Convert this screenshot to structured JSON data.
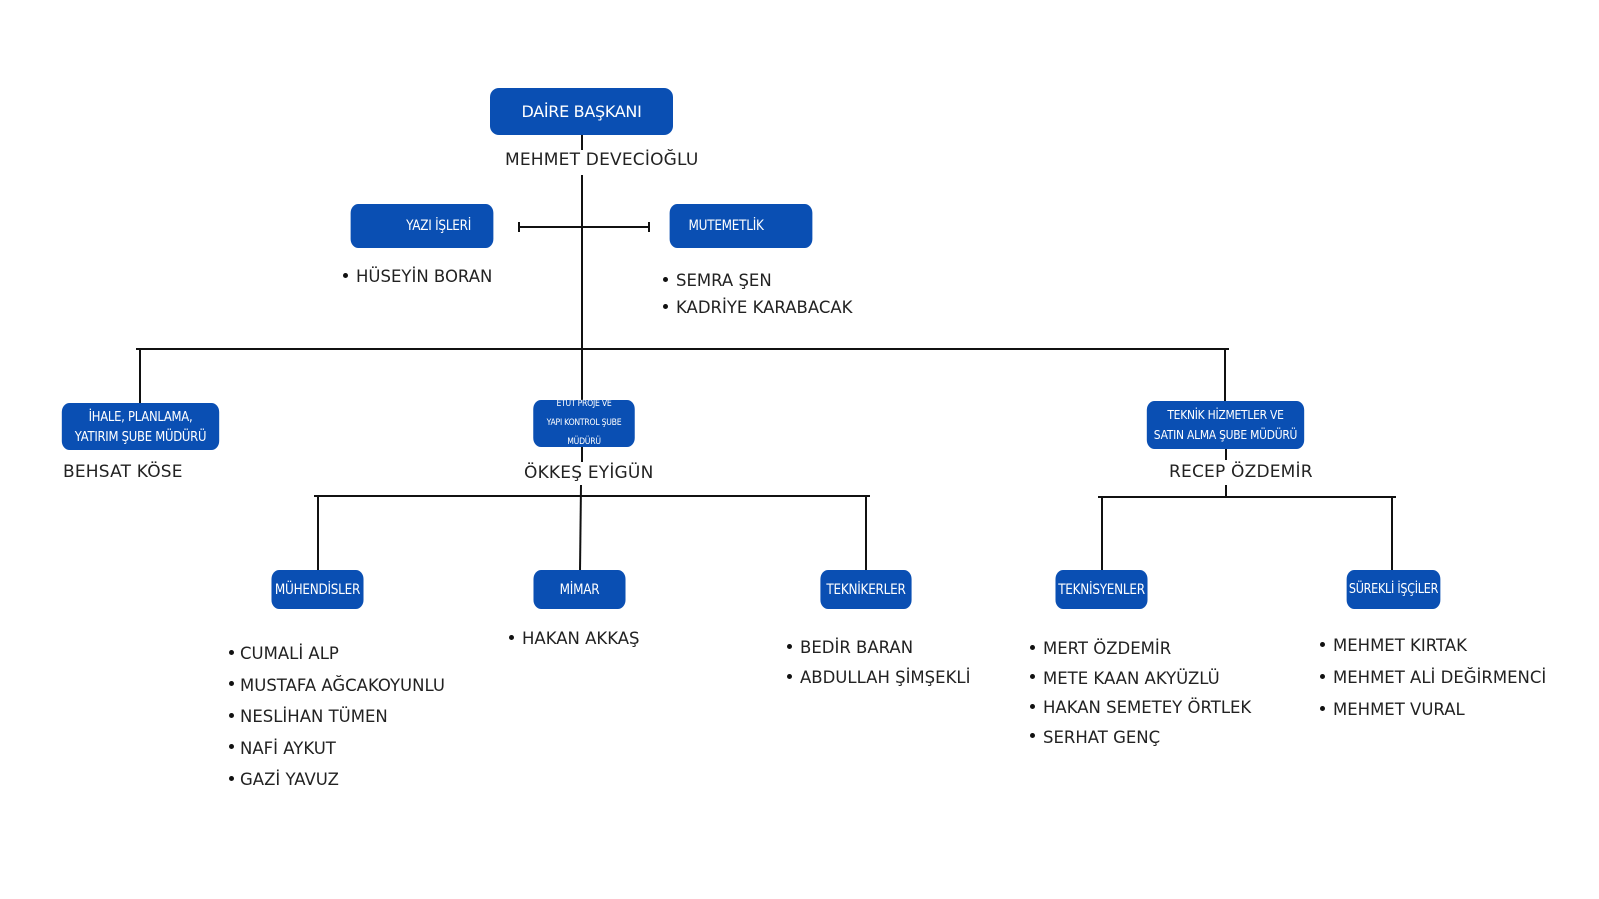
{
  "head": {
    "title": "DAİRE BAŞKANI",
    "name": "MEHMET DEVECİOĞLU"
  },
  "staff_units": [
    {
      "title": "YAZI İŞLERİ",
      "members": [
        "HÜSEYİN BORAN"
      ]
    },
    {
      "title": "MUTEMETLİK",
      "members": [
        "SEMRA ŞEN",
        "KADRİYE KARABACAK"
      ]
    }
  ],
  "branches": [
    {
      "title": "İHALE, PLANLAMA,\nYATIRIM ŞUBE MÜDÜRÜ",
      "name": "BEHSAT KÖSE"
    },
    {
      "title": "ETÜT PROJE VE\nYAPI KONTROL ŞUBE MÜDÜRÜ",
      "name": "ÖKKEŞ EYİGÜN"
    },
    {
      "title": "TEKNİK HİZMETLER VE\nSATIN ALMA ŞUBE MÜDÜRÜ",
      "name": "RECEP ÖZDEMİR"
    }
  ],
  "teams": [
    {
      "title": "MÜHENDİSLER",
      "members": [
        "CUMALİ ALP",
        "MUSTAFA AĞCAKOYUNLU",
        "NESLİHAN TÜMEN",
        "NAFİ AYKUT",
        "GAZİ YAVUZ"
      ]
    },
    {
      "title": "MİMAR",
      "members": [
        "HAKAN AKKAŞ"
      ]
    },
    {
      "title": "TEKNİKERLER",
      "members": [
        "BEDİR BARAN",
        "ABDULLAH ŞİMŞEKLİ"
      ]
    },
    {
      "title": "TEKNİSYENLER",
      "members": [
        "MERT ÖZDEMİR",
        "METE KAAN AKYÜZLÜ",
        "HAKAN SEMETEY ÖRTLEK",
        "SERHAT GENÇ"
      ]
    },
    {
      "title": "SÜREKLİ İŞÇİLER",
      "members": [
        "MEHMET KIRTAK",
        "MEHMET ALİ DEĞİRMENCİ",
        "MEHMET VURAL"
      ]
    }
  ],
  "colors": {
    "box_fill": "#0a4fb3",
    "box_text": "#ffffff",
    "connector": "#111111",
    "text": "#222222"
  }
}
